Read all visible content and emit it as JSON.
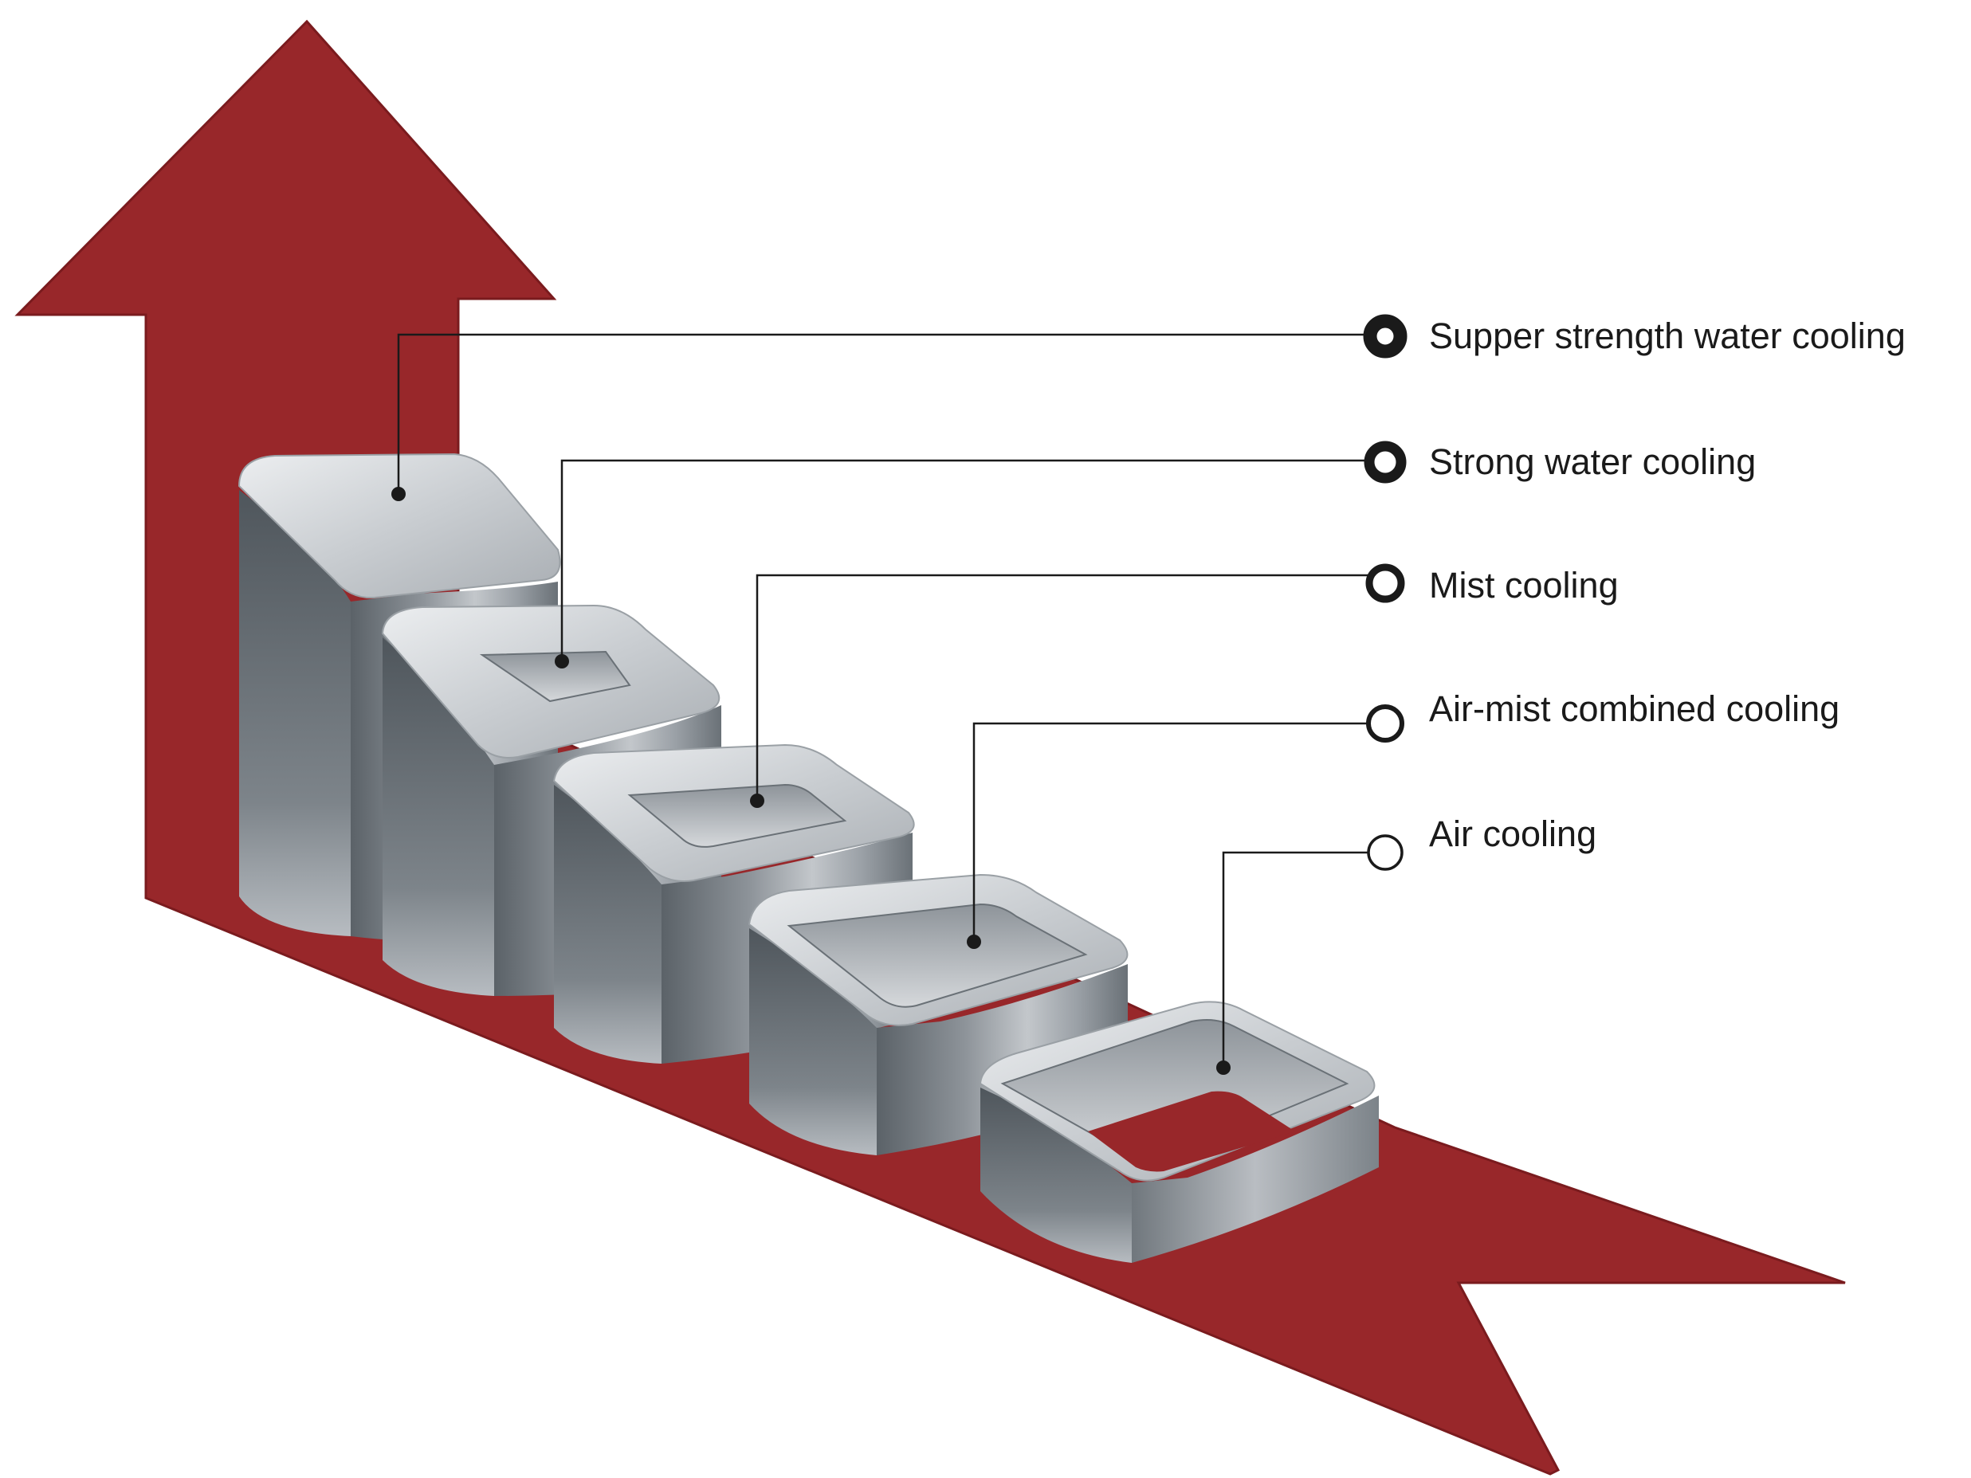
{
  "diagram": {
    "colors": {
      "arrow": "#98272A",
      "arrow_edge": "#7A1B1E",
      "metal_light": "#DCDFE3",
      "metal_mid": "#9EA3A9",
      "metal_dark": "#4F565C",
      "leader_line": "#1a1a1a",
      "marker": "#1a1a1a"
    },
    "levels": [
      {
        "label": "Supper strength water cooling",
        "marker": "ring-heavy"
      },
      {
        "label": "Strong water cooling",
        "marker": "ring-heavy"
      },
      {
        "label": "Mist cooling",
        "marker": "ring-medium"
      },
      {
        "label": "Air-mist combined cooling",
        "marker": "ring-light"
      },
      {
        "label": "Air cooling",
        "marker": "ring-thin"
      }
    ]
  }
}
